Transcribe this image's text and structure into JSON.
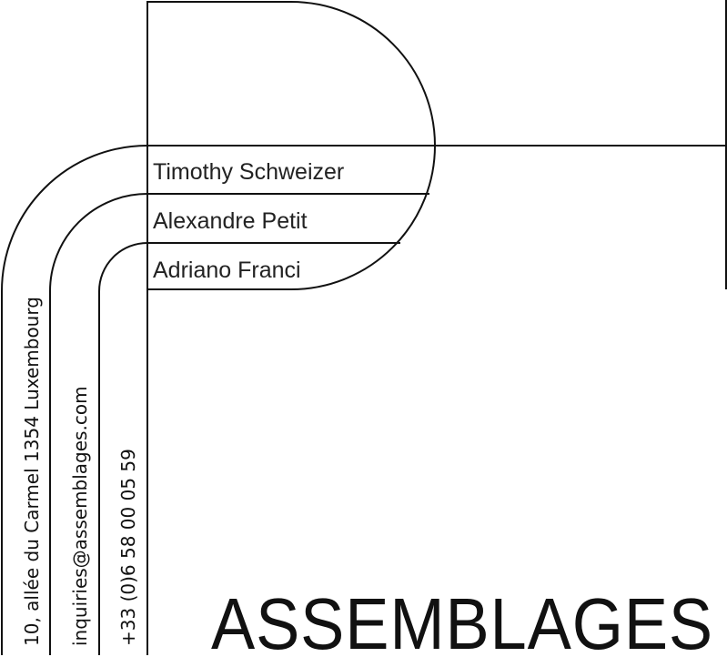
{
  "names": [
    "Timothy Schweizer",
    "Alexandre Petit",
    "Adriano Franci"
  ],
  "contacts": {
    "address": "10, allée du Carmel 1354 Luxembourg",
    "email": "inquiries@assemblages.com",
    "phone": "+33 (0)6 58 00 05 59"
  },
  "brand": {
    "wordmark": "ASSEMBLAGES"
  },
  "colors": {
    "ink": "#111111",
    "background": "#ffffff"
  }
}
